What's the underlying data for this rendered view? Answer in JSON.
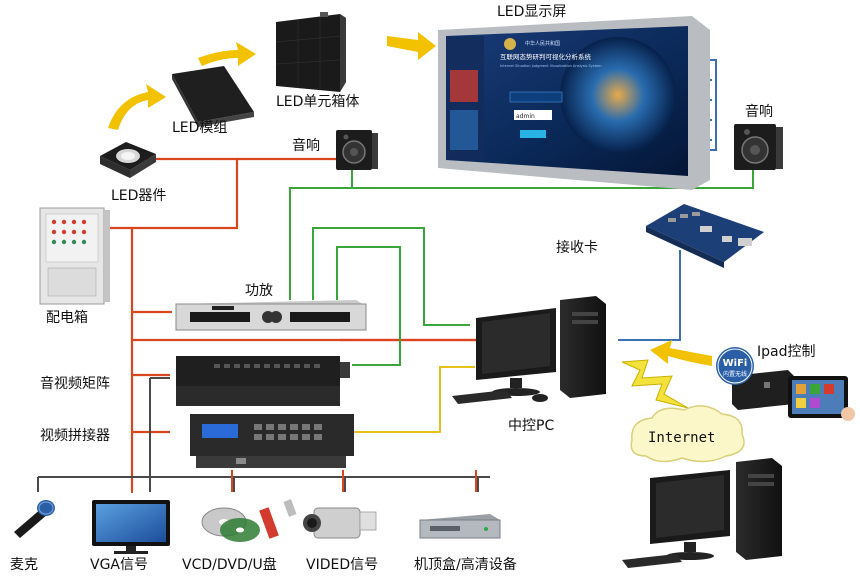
{
  "labels": {
    "led_screen": "LED显示屏",
    "led_cabinet": "LED单元箱体",
    "led_module": "LED模组",
    "led_device": "LED器件",
    "speaker_top": "音响",
    "speaker_right": "音响",
    "power_box": "配电箱",
    "amplifier": "功放",
    "receiver_card": "接收卡",
    "av_matrix": "音视频矩阵",
    "video_splicer": "视频拼接器",
    "central_pc": "中控PC",
    "ipad_control": "Ipad控制",
    "internet": "Internet",
    "microphone": "麦克",
    "vga_signal": "VGA信号",
    "vcd_dvd_u": "VCD/DVD/U盘",
    "video_signal": "VIDED信号",
    "stb_hd": "机顶盒/高清设备"
  },
  "screen_text": {
    "system_title": "互联网态势研判可视化分析系统",
    "system_subtitle": "Internet Situation Judgment Visualization Analysis System",
    "login_field": "admin"
  },
  "wifi_badge": {
    "text": "WiFi",
    "subtext": "内置无线"
  },
  "colors": {
    "power_line": "#d9451f",
    "green_line": "#3aa63a",
    "blue_line": "#3d6fb3",
    "yellow_line": "#e8c21a",
    "gray_line": "#4a4a4a",
    "arrow": "#f2c200",
    "cloud": "#fbf7c8"
  }
}
